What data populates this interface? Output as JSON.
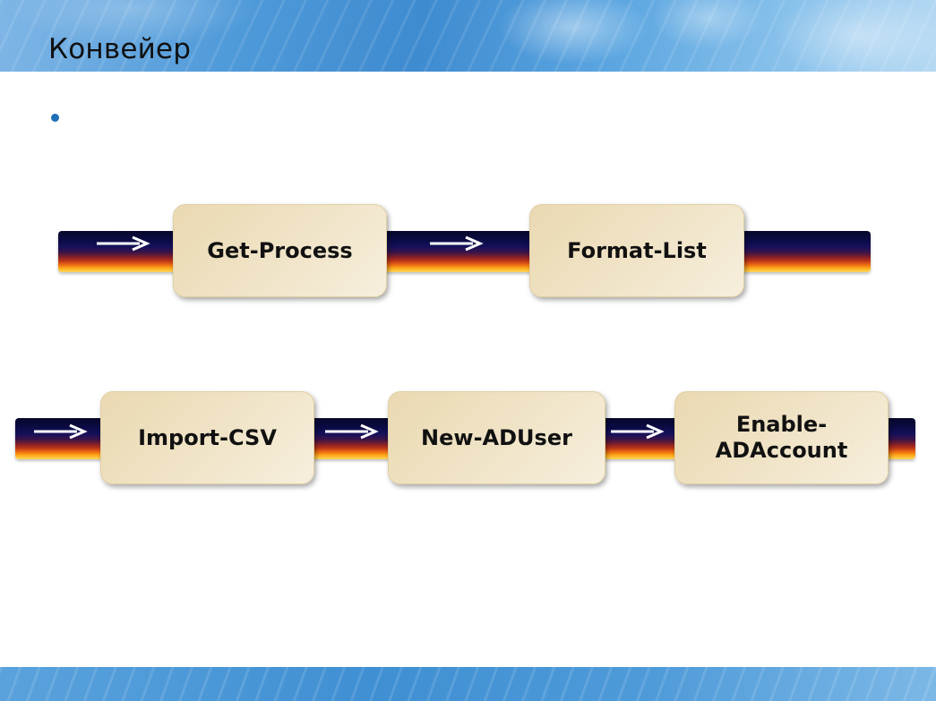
{
  "slide": {
    "title": "Конвейер",
    "bullet_text": ""
  },
  "pipelines": [
    {
      "commands": [
        "Get-Process",
        "Format-List"
      ]
    },
    {
      "commands": [
        "Import-CSV",
        "New-ADUser",
        "Enable-\nADAccount"
      ]
    }
  ],
  "colors": {
    "header_blue": "#4f9ad9",
    "bullet_blue": "#1f6fb8",
    "box_fill": "#f0e3c6",
    "pipe_dark": "#0b0b45",
    "pipe_orange": "#ec6b10"
  },
  "icons": {
    "flow_arrow": "arrow-right-icon"
  }
}
